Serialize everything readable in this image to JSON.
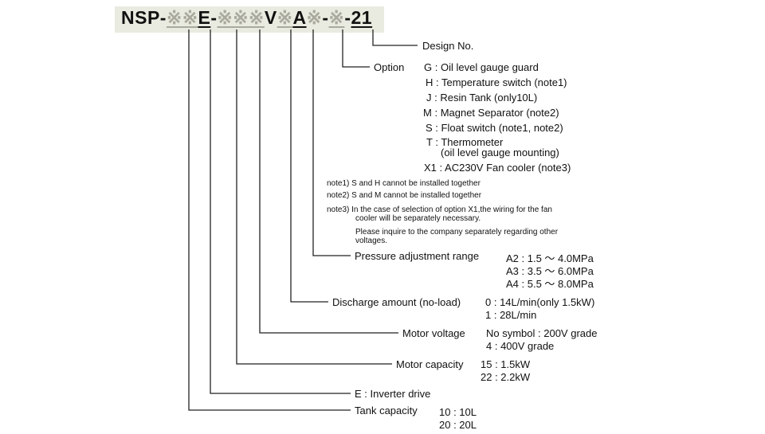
{
  "model_code": {
    "prefix": "NSP-",
    "capacity_ph": "※※",
    "e_letter": "E",
    "dash1": "-",
    "motor_ph": "※※※",
    "v_letter": "V",
    "disch_ph": "※",
    "a_letter": "A",
    "press_ph": "※",
    "dash2": "-",
    "option_ph": "※",
    "dash3": "-",
    "design_no": "21"
  },
  "design": {
    "label": "Design No."
  },
  "option": {
    "label": "Option",
    "items": [
      {
        "code": "G",
        "desc": "Oil level gauge guard"
      },
      {
        "code": "H",
        "desc": "Temperature switch (note1)"
      },
      {
        "code": "J",
        "desc": "Resin Tank (only10L)"
      },
      {
        "code": "M",
        "desc": "Magnet Separator (note2)"
      },
      {
        "code": "S",
        "desc": "Float switch (note1, note2)"
      },
      {
        "code": "T",
        "desc": "Thermometer",
        "desc2": "(oil level gauge mounting)"
      },
      {
        "code": "X1",
        "desc": "AC230V Fan cooler (note3)"
      }
    ]
  },
  "notes": [
    "note1) S and H cannot be installed together",
    "note2) S and M cannot be installed together",
    "note3) In the case of selection of option X1,the wiring for the fan",
    "cooler will be separately necessary.",
    "Please inquire to the company separately regarding other",
    "voltages."
  ],
  "pressure": {
    "label": "Pressure adjustment range",
    "items": [
      "A2 : 1.5 ～ 4.0MPa",
      "A3 : 3.5 ～ 6.0MPa",
      "A4 : 5.5 ～ 8.0MPa"
    ]
  },
  "discharge": {
    "label": "Discharge amount (no-load)",
    "items": [
      "0 : 14L/min(only 1.5kW)",
      "1 : 28L/min"
    ]
  },
  "motor_voltage": {
    "label": "Motor voltage",
    "items": [
      "No symbol : 200V grade",
      "4 : 400V grade"
    ]
  },
  "motor_capacity": {
    "label": "Motor capacity",
    "items": [
      "15 : 1.5kW",
      "22 : 2.2kW"
    ]
  },
  "inverter": {
    "label": "E : Inverter drive"
  },
  "tank": {
    "label": "Tank capacity",
    "items": [
      "10 : 10L",
      "20 : 20L"
    ]
  }
}
